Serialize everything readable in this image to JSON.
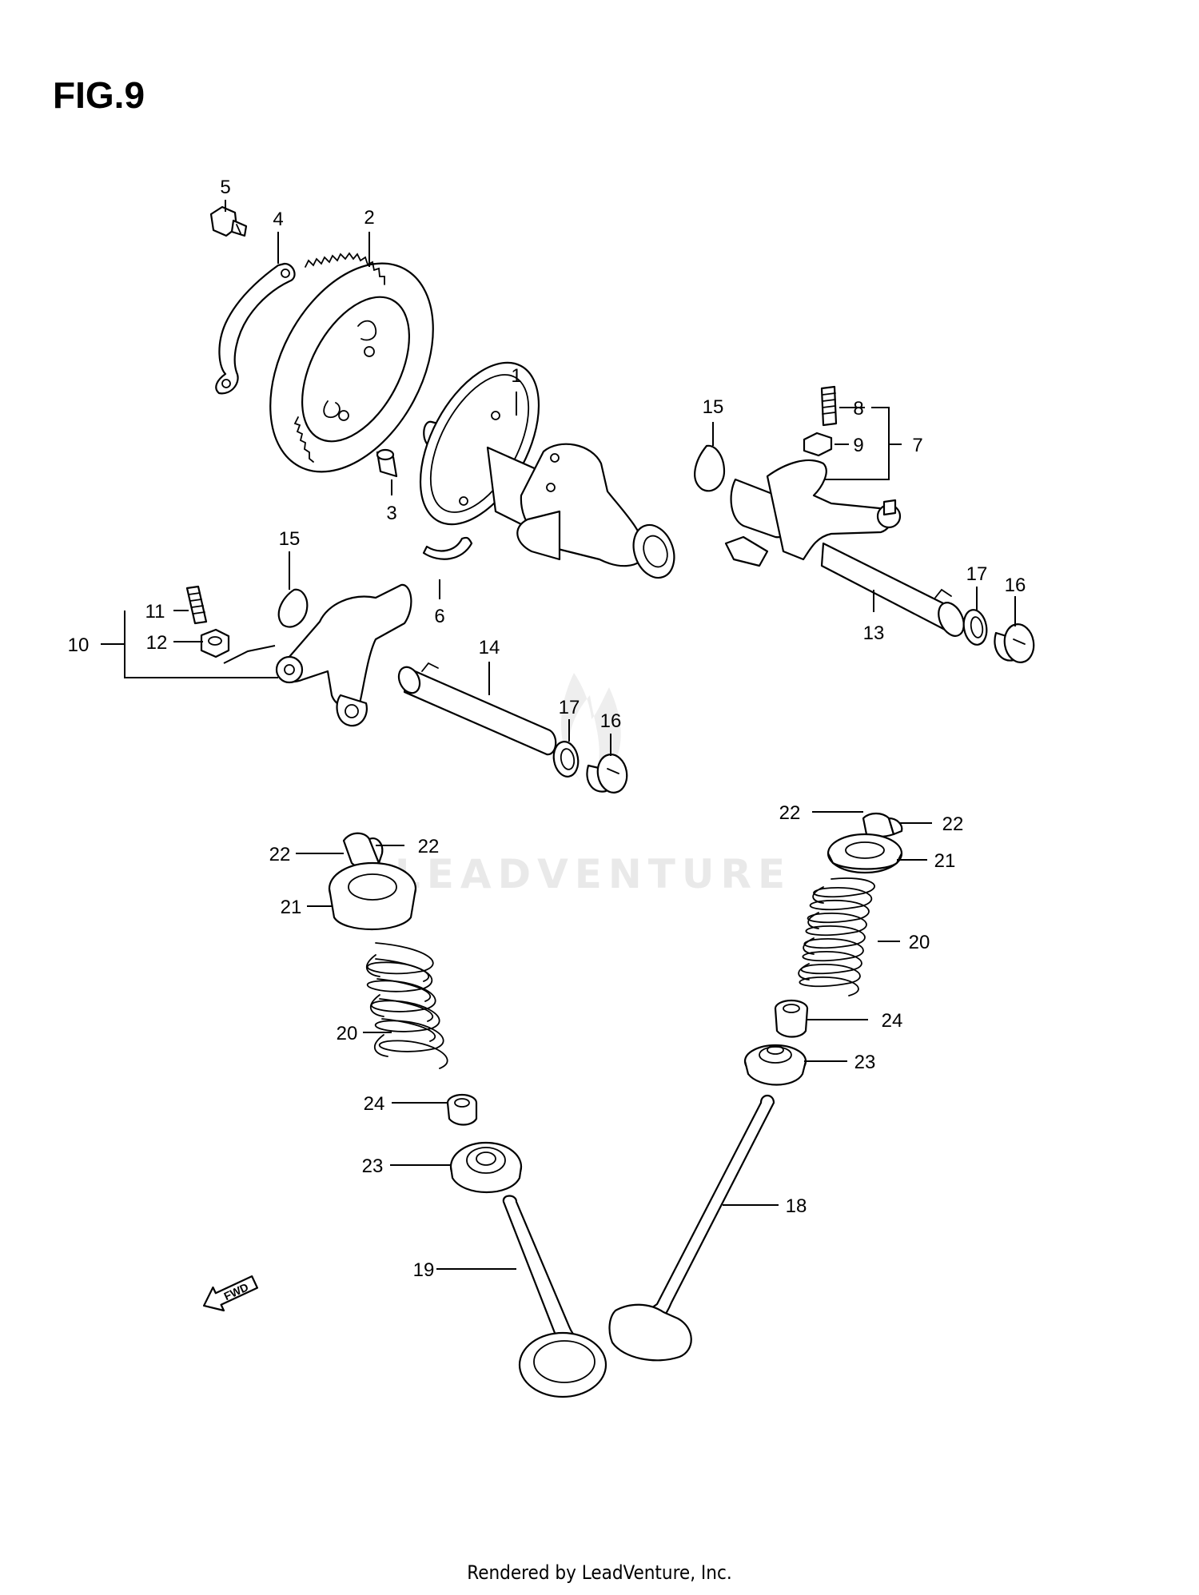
{
  "figure": {
    "title": "FIG.9"
  },
  "watermark": {
    "text": "LEADVENTURE"
  },
  "direction_arrow": {
    "label": "FWD"
  },
  "footer": {
    "text": "Rendered by LeadVenture, Inc."
  },
  "callouts": [
    {
      "id": "c1",
      "label": "1"
    },
    {
      "id": "c2",
      "label": "2"
    },
    {
      "id": "c3",
      "label": "3"
    },
    {
      "id": "c4",
      "label": "4"
    },
    {
      "id": "c5",
      "label": "5"
    },
    {
      "id": "c6",
      "label": "6"
    },
    {
      "id": "c7",
      "label": "7"
    },
    {
      "id": "c8",
      "label": "8"
    },
    {
      "id": "c9",
      "label": "9"
    },
    {
      "id": "c10",
      "label": "10"
    },
    {
      "id": "c11",
      "label": "11"
    },
    {
      "id": "c12",
      "label": "12"
    },
    {
      "id": "c13",
      "label": "13"
    },
    {
      "id": "c14",
      "label": "14"
    },
    {
      "id": "c15a",
      "label": "15"
    },
    {
      "id": "c15b",
      "label": "15"
    },
    {
      "id": "c16a",
      "label": "16"
    },
    {
      "id": "c16b",
      "label": "16"
    },
    {
      "id": "c17a",
      "label": "17"
    },
    {
      "id": "c17b",
      "label": "17"
    },
    {
      "id": "c18",
      "label": "18"
    },
    {
      "id": "c19",
      "label": "19"
    },
    {
      "id": "c20a",
      "label": "20"
    },
    {
      "id": "c20b",
      "label": "20"
    },
    {
      "id": "c21a",
      "label": "21"
    },
    {
      "id": "c21b",
      "label": "21"
    },
    {
      "id": "c22a",
      "label": "22"
    },
    {
      "id": "c22b",
      "label": "22"
    },
    {
      "id": "c22c",
      "label": "22"
    },
    {
      "id": "c22d",
      "label": "22"
    },
    {
      "id": "c23a",
      "label": "23"
    },
    {
      "id": "c23b",
      "label": "23"
    },
    {
      "id": "c24a",
      "label": "24"
    },
    {
      "id": "c24b",
      "label": "24"
    }
  ]
}
